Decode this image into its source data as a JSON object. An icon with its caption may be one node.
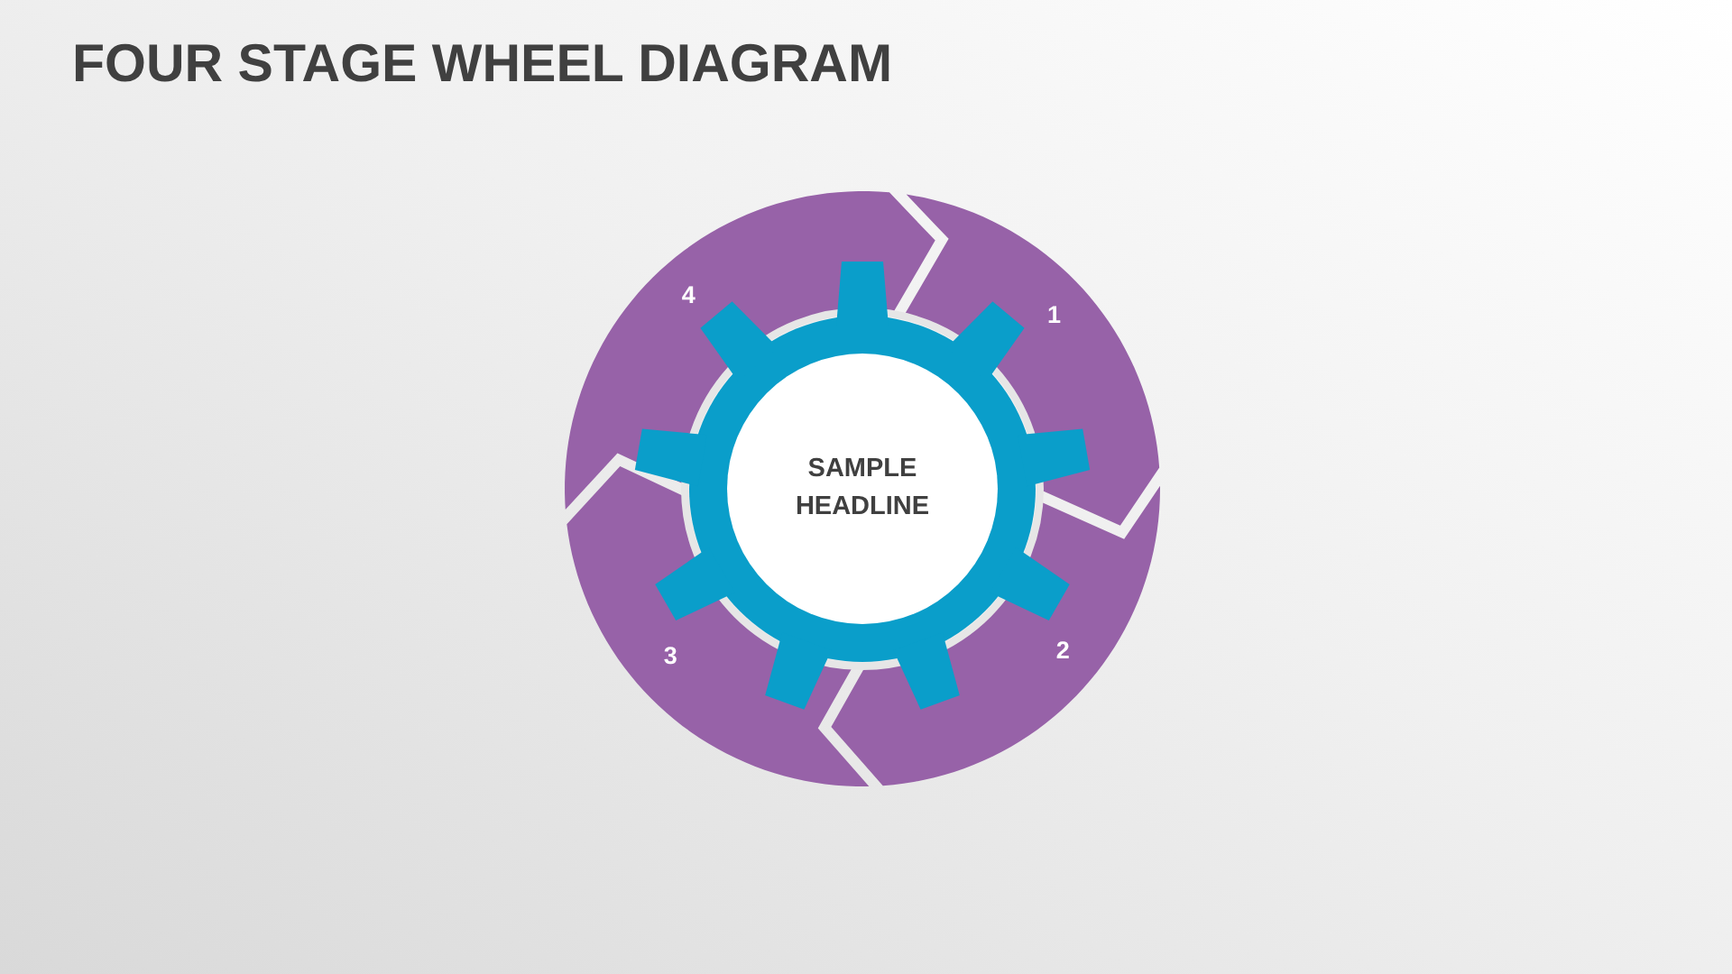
{
  "diagram": {
    "title": "FOUR STAGE WHEEL DIAGRAM",
    "nodes": [
      {
        "text": [
          "1"
        ]
      },
      {
        "text": [
          "2"
        ]
      },
      {
        "text": [
          "3"
        ]
      },
      {
        "text": [
          "4"
        ]
      },
      {
        "text": [
          "SAMPLE HEADLINE"
        ]
      }
    ]
  }
}
